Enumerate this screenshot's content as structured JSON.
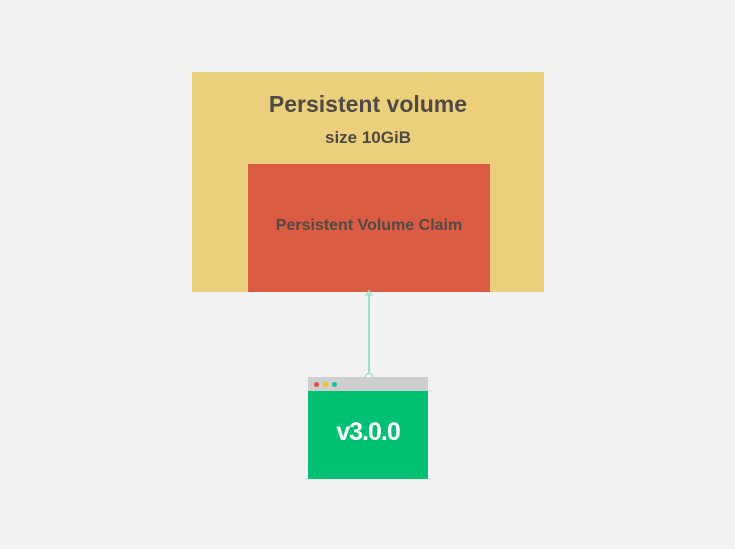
{
  "persistent_volume": {
    "title": "Persistent volume",
    "size": "size 10GiB"
  },
  "claim": {
    "label": "Persistent Volume Claim"
  },
  "app": {
    "version": "v3.0.0"
  },
  "colors": {
    "background": "#f2f2f2",
    "volume": "#ebcf7a",
    "claim": "#dc5c43",
    "app_body": "#00c173",
    "app_bar": "#cfcfcf",
    "connector": "#9be0c8",
    "text_dark": "#4e4a45",
    "dot_red": "#e84c3d",
    "dot_yellow": "#f1c40f",
    "dot_green": "#1abc9c"
  },
  "icons": [
    "window-close-dot-icon",
    "window-minimize-dot-icon",
    "window-maximize-dot-icon",
    "arrow-up-icon"
  ]
}
